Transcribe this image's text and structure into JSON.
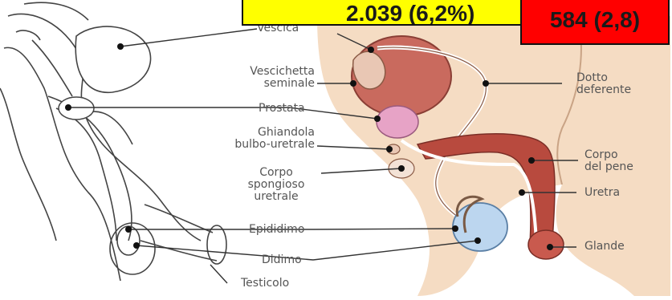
{
  "labels": {
    "vescica": "Vescica",
    "vescichetta_line1": "Vescichetta",
    "vescichetta_line2": "seminale",
    "prostata": "Prostata",
    "ghiandola_line1": "Ghiandola",
    "ghiandola_line2": "bulbo-uretrale",
    "corpo_spongioso_line1": "Corpo",
    "corpo_spongioso_line2": "spongioso",
    "corpo_spongioso_line3": "uretrale",
    "epididimo": "Epididimo",
    "didimo": "Didimo",
    "testicolo": "Testicolo",
    "dotto_line1": "Dotto",
    "dotto_line2": "deferente",
    "corpo_pene_line1": "Corpo",
    "corpo_pene_line2": "del pene",
    "uretra": "Uretra",
    "glande": "Glande"
  },
  "overlays": {
    "yellow_text": "2.039 (6,2%)",
    "red_text": "584 (2,8)"
  },
  "colors": {
    "yellow": "#ffff00",
    "red": "#ff0000",
    "skin": "#f5dcc3",
    "bladder": "#c96a5e",
    "prostate": "#e7a3c6",
    "penis_body": "#b84a3e",
    "testis": "#bcd6ef"
  }
}
